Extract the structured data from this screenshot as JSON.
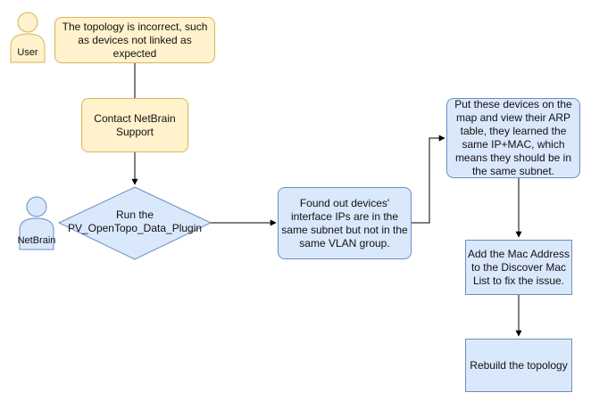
{
  "actors": {
    "user": {
      "label": "User"
    },
    "netbrain": {
      "label": "NetBrain"
    }
  },
  "nodes": {
    "problem": {
      "text": "The topology is incorrect, such\nas devices not linked as\nexpected"
    },
    "contact_support": {
      "text": "Contact NetBrain\nSupport"
    },
    "run_plugin": {
      "text": "Run the\nPV_OpenTopo_Data_Plugin"
    },
    "found_out": {
      "text": "Found out devices'\ninterface IPs are in the\nsame subnet but not in the\nsame VLAN group."
    },
    "put_devices": {
      "text": "Put these devices on the\nmap and view their ARP\ntable, they learned the\nsame IP+MAC, which\nmeans they should be in\nthe same subnet."
    },
    "add_mac": {
      "text": "Add the Mac Address\nto the Discover Mac\nList to fix the issue."
    },
    "rebuild": {
      "text": "Rebuild the topology"
    }
  },
  "colors": {
    "yellow_fill": "#fff2cc",
    "yellow_stroke": "#d6b656",
    "blue_fill": "#dae8fc",
    "blue_stroke": "#6c8ebf",
    "edge": "#000000"
  }
}
